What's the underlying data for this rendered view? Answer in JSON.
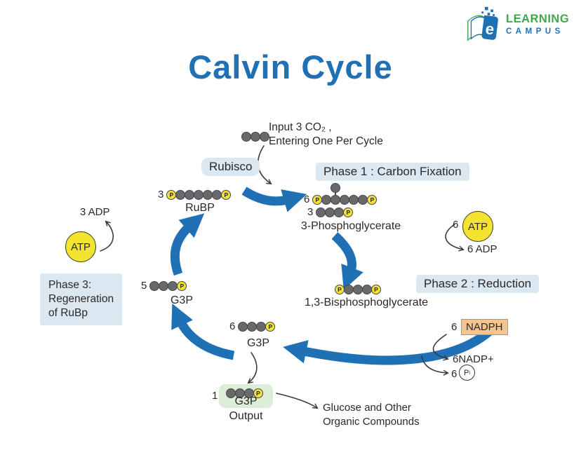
{
  "logo": {
    "brand_line1": "LEARNING",
    "brand_line2": "CAMPUS",
    "book_letter": "e"
  },
  "title": "Calvin Cycle",
  "colors": {
    "primary_blue": "#1f70b4",
    "chip_bg": "#dbe7f1",
    "atp_yellow": "#f3e430",
    "phosphate_yellow": "#f0e232",
    "carbon_gray": "#67696c",
    "nadph_orange": "#f5c48f",
    "output_green": "#dcedd8",
    "logo_green": "#3ea84c",
    "text_dark": "#2b2826"
  },
  "input": {
    "line1": "Input 3 CO₂ ,",
    "line2": "Entering One Per Cycle"
  },
  "labels": {
    "rubisco": "Rubisco",
    "phase1": "Phase 1 : Carbon Fixation",
    "phase2": "Phase 2 : Reduction",
    "phase3": [
      "Phase 3:",
      "Regeneration",
      "of RuBp"
    ],
    "output": "Output",
    "glucose_line1": "Glucose and Other",
    "glucose_line2": "Organic Compounds"
  },
  "molecules": {
    "co2": {
      "chain": [
        "C",
        "C",
        "C"
      ]
    },
    "rubp": {
      "count": "3",
      "chain": [
        "P",
        "C",
        "C",
        "C",
        "C",
        "C",
        "P"
      ],
      "label": "RuBP"
    },
    "six_carbon": {
      "count": "6",
      "chain": [
        "P",
        "C",
        "C",
        "C",
        "C",
        "C",
        "P"
      ],
      "top_index": 2
    },
    "pga": {
      "count": "3",
      "chain": [
        "C",
        "C",
        "C",
        "P"
      ],
      "label": "3-Phosphoglycerate"
    },
    "bpg": {
      "chain": [
        "P",
        "C",
        "C",
        "C",
        "P"
      ],
      "label": "1,3-Bisphosphoglycerate"
    },
    "g3p_bottom": {
      "count": "6",
      "chain": [
        "C",
        "C",
        "C",
        "P"
      ],
      "label": "G3P"
    },
    "g3p_left": {
      "count": "5",
      "chain": [
        "C",
        "C",
        "C",
        "P"
      ],
      "label": "G3P"
    },
    "g3p_output": {
      "count": "1",
      "chain": [
        "C",
        "C",
        "C",
        "P"
      ],
      "label": "G3P"
    }
  },
  "energy": {
    "atp_left": {
      "molecule": "ATP",
      "product": "3 ADP"
    },
    "atp_right": {
      "count": "6",
      "molecule": "ATP",
      "product": "6 ADP"
    },
    "nadph": {
      "count": "6",
      "molecule": "NADPH",
      "nadp": "6NADP+",
      "pi_count": "6",
      "pi_symbol": "P",
      "pi_sub": "i"
    }
  }
}
